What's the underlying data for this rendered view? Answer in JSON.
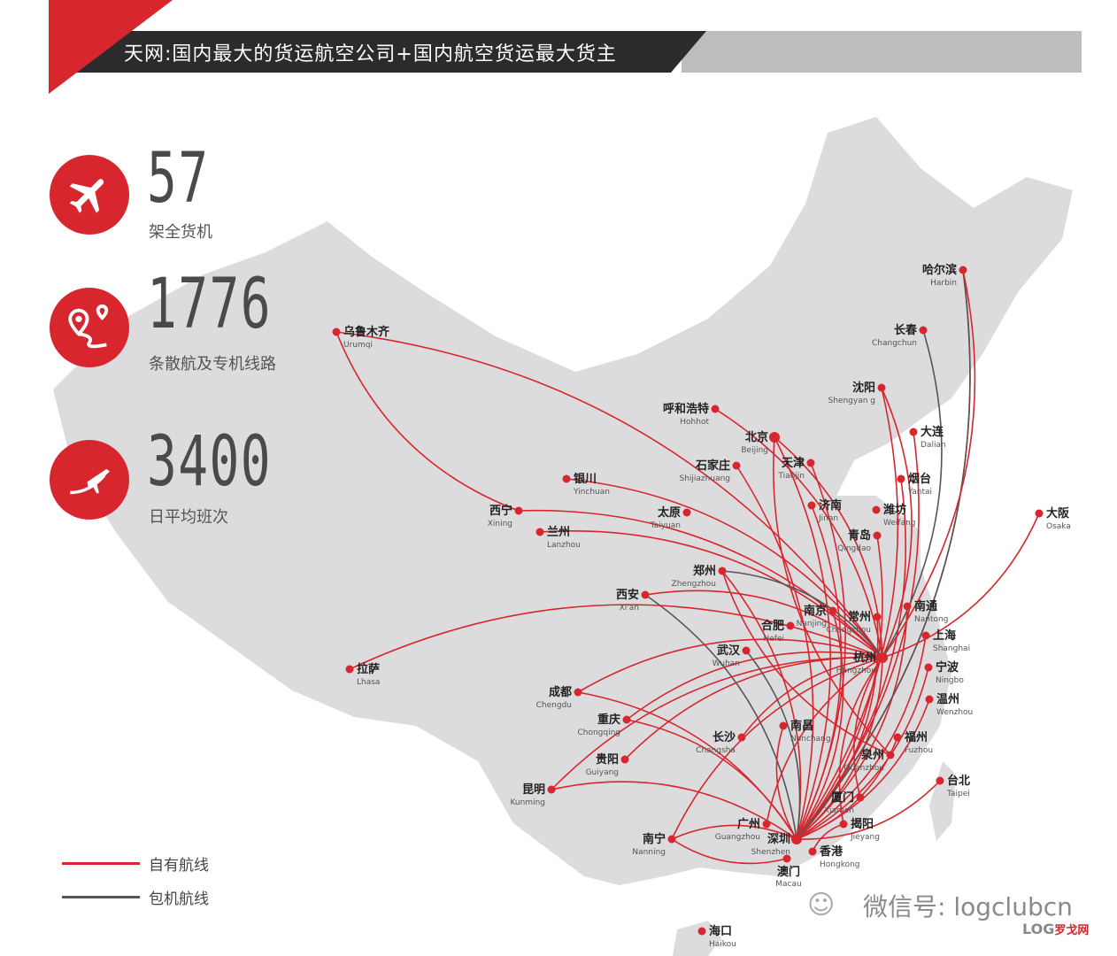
{
  "header": {
    "title": "天网:国内最大的货运航空公司+国内航空货运最大货主"
  },
  "stats": [
    {
      "value": "57",
      "label": "架全货机",
      "icon": "airplane-icon"
    },
    {
      "value": "1776",
      "label": "条散航及专机线路",
      "icon": "route-pin-icon"
    },
    {
      "value": "3400",
      "label": "日平均班次",
      "icon": "takeoff-icon"
    }
  ],
  "legend": [
    {
      "label": "自有航线",
      "color": "#d7262e"
    },
    {
      "label": "包机航线",
      "color": "#555555"
    }
  ],
  "colors": {
    "accent": "#d7262e",
    "charter": "#555555",
    "land": "#dcdcde",
    "header_dark": "#2b2b2b"
  },
  "cities": {
    "harbin": {
      "cn": "哈尔滨",
      "en": "Harbin"
    },
    "changchun": {
      "cn": "长春",
      "en": "Changchun"
    },
    "shenyang": {
      "cn": "沈阳",
      "en": "Shengyan g"
    },
    "dalian": {
      "cn": "大连",
      "en": "Dalian"
    },
    "hohhot": {
      "cn": "呼和浩特",
      "en": "Hohhot"
    },
    "beijing": {
      "cn": "北京",
      "en": "Beijing"
    },
    "tianjin": {
      "cn": "天津",
      "en": "Tianjin"
    },
    "shijiazhuang": {
      "cn": "石家庄",
      "en": "Shijiazhuang"
    },
    "yantai": {
      "cn": "烟台",
      "en": "Yantai"
    },
    "jinan": {
      "cn": "济南",
      "en": "Jinan"
    },
    "weifang": {
      "cn": "潍坊",
      "en": "Weifang"
    },
    "qingdao": {
      "cn": "青岛",
      "en": "Qingdao"
    },
    "taiyuan": {
      "cn": "太原",
      "en": "Taiyuan"
    },
    "osaka": {
      "cn": "大阪",
      "en": "Osaka"
    },
    "urumqi": {
      "cn": "乌鲁木齐",
      "en": "Urumqi"
    },
    "yinchuan": {
      "cn": "银川",
      "en": "Yinchuan"
    },
    "xining": {
      "cn": "西宁",
      "en": "Xining"
    },
    "lanzhou": {
      "cn": "兰州",
      "en": "Lanzhou"
    },
    "zhengzhou": {
      "cn": "郑州",
      "en": "Zhengzhou"
    },
    "xian": {
      "cn": "西安",
      "en": "Xi'an"
    },
    "lhasa": {
      "cn": "拉萨",
      "en": "Lhasa"
    },
    "hefei": {
      "cn": "合肥",
      "en": "Hefei"
    },
    "nanjing": {
      "cn": "南京",
      "en": "Nanjing"
    },
    "changzhou": {
      "cn": "常州",
      "en": "Changzhou"
    },
    "nantong": {
      "cn": "南通",
      "en": "Nantong"
    },
    "shanghai": {
      "cn": "上海",
      "en": "Shanghai"
    },
    "hangzhou": {
      "cn": "杭州",
      "en": "Hangzhou"
    },
    "ningbo": {
      "cn": "宁波",
      "en": "Ningbo"
    },
    "wuhan": {
      "cn": "武汉",
      "en": "Wuhan"
    },
    "wenzhou": {
      "cn": "温州",
      "en": "Wenzhou"
    },
    "chengdu": {
      "cn": "成都",
      "en": "Chengdu"
    },
    "chongqing": {
      "cn": "重庆",
      "en": "Chongqing"
    },
    "nanchang": {
      "cn": "南昌",
      "en": "Nanchang"
    },
    "changsha": {
      "cn": "长沙",
      "en": "Changsha"
    },
    "fuzhou": {
      "cn": "福州",
      "en": "Fuzhou"
    },
    "quanzhou": {
      "cn": "泉州",
      "en": "Quanzhou"
    },
    "guiyang": {
      "cn": "贵阳",
      "en": "Guiyang"
    },
    "taipei": {
      "cn": "台北",
      "en": "Taipei"
    },
    "kunming": {
      "cn": "昆明",
      "en": "Kunming"
    },
    "xiamen": {
      "cn": "厦门",
      "en": "Xiamen"
    },
    "guangzhou": {
      "cn": "广州",
      "en": "Guangzhou"
    },
    "jieyang": {
      "cn": "揭阳",
      "en": "Jieyang"
    },
    "shenzhen": {
      "cn": "深圳",
      "en": "Shenzhen"
    },
    "nanning": {
      "cn": "南宁",
      "en": "Nanning"
    },
    "hongkong": {
      "cn": "香港",
      "en": "Hongkong"
    },
    "macau": {
      "cn": "澳门",
      "en": "Macau"
    },
    "haikou": {
      "cn": "海口",
      "en": "Haikou"
    }
  },
  "routes": [
    [
      "shenzhen",
      "harbin",
      "own"
    ],
    [
      "shenzhen",
      "shenyang",
      "own"
    ],
    [
      "shenzhen",
      "dalian",
      "own"
    ],
    [
      "shenzhen",
      "beijing",
      "own"
    ],
    [
      "shenzhen",
      "tianjin",
      "own"
    ],
    [
      "shenzhen",
      "jinan",
      "own"
    ],
    [
      "shenzhen",
      "qingdao",
      "own"
    ],
    [
      "shenzhen",
      "yantai",
      "own"
    ],
    [
      "shenzhen",
      "zhengzhou",
      "own"
    ],
    [
      "shenzhen",
      "shijiazhuang",
      "own"
    ],
    [
      "shenzhen",
      "hangzhou",
      "own"
    ],
    [
      "shenzhen",
      "shanghai",
      "own"
    ],
    [
      "shenzhen",
      "nanjing",
      "own"
    ],
    [
      "shenzhen",
      "ningbo",
      "own"
    ],
    [
      "shenzhen",
      "wenzhou",
      "own"
    ],
    [
      "shenzhen",
      "fuzhou",
      "own"
    ],
    [
      "shenzhen",
      "taipei",
      "own"
    ],
    [
      "shenzhen",
      "chengdu",
      "own"
    ],
    [
      "shenzhen",
      "chongqing",
      "own"
    ],
    [
      "shenzhen",
      "kunming",
      "own"
    ],
    [
      "shenzhen",
      "nanning",
      "own"
    ],
    [
      "shenzhen",
      "nantong",
      "own"
    ],
    [
      "shenzhen",
      "changzhou",
      "own"
    ],
    [
      "shenzhen",
      "xian",
      "charter"
    ],
    [
      "shenzhen",
      "wuhan",
      "charter"
    ],
    [
      "shenzhen",
      "harbin",
      "charter"
    ],
    [
      "hangzhou",
      "urumqi",
      "own"
    ],
    [
      "hangzhou",
      "xining",
      "own"
    ],
    [
      "hangzhou",
      "lanzhou",
      "own"
    ],
    [
      "hangzhou",
      "yinchuan",
      "own"
    ],
    [
      "hangzhou",
      "hohhot",
      "own"
    ],
    [
      "hangzhou",
      "beijing",
      "own"
    ],
    [
      "hangzhou",
      "shenyang",
      "own"
    ],
    [
      "hangzhou",
      "harbin",
      "own"
    ],
    [
      "hangzhou",
      "chengdu",
      "own"
    ],
    [
      "hangzhou",
      "chongqing",
      "own"
    ],
    [
      "hangzhou",
      "guiyang",
      "own"
    ],
    [
      "hangzhou",
      "kunming",
      "own"
    ],
    [
      "hangzhou",
      "xian",
      "own"
    ],
    [
      "hangzhou",
      "changsha",
      "own"
    ],
    [
      "hangzhou",
      "guangzhou",
      "own"
    ],
    [
      "hangzhou",
      "xiamen",
      "own"
    ],
    [
      "hangzhou",
      "jieyang",
      "own"
    ],
    [
      "hangzhou",
      "osaka",
      "own"
    ],
    [
      "hangzhou",
      "nanning",
      "own"
    ],
    [
      "hangzhou",
      "lhasa",
      "own"
    ],
    [
      "hangzhou",
      "changchun",
      "charter"
    ],
    [
      "hangzhou",
      "zhengzhou",
      "charter"
    ],
    [
      "urumqi",
      "xining",
      "own"
    ],
    [
      "beijing",
      "quanzhou",
      "own"
    ],
    [
      "zhengzhou",
      "quanzhou",
      "own"
    ],
    [
      "nanchang",
      "shenzhen",
      "own"
    ],
    [
      "nanning",
      "macau",
      "own"
    ],
    [
      "jieyang",
      "hongkong",
      "own"
    ]
  ]
}
